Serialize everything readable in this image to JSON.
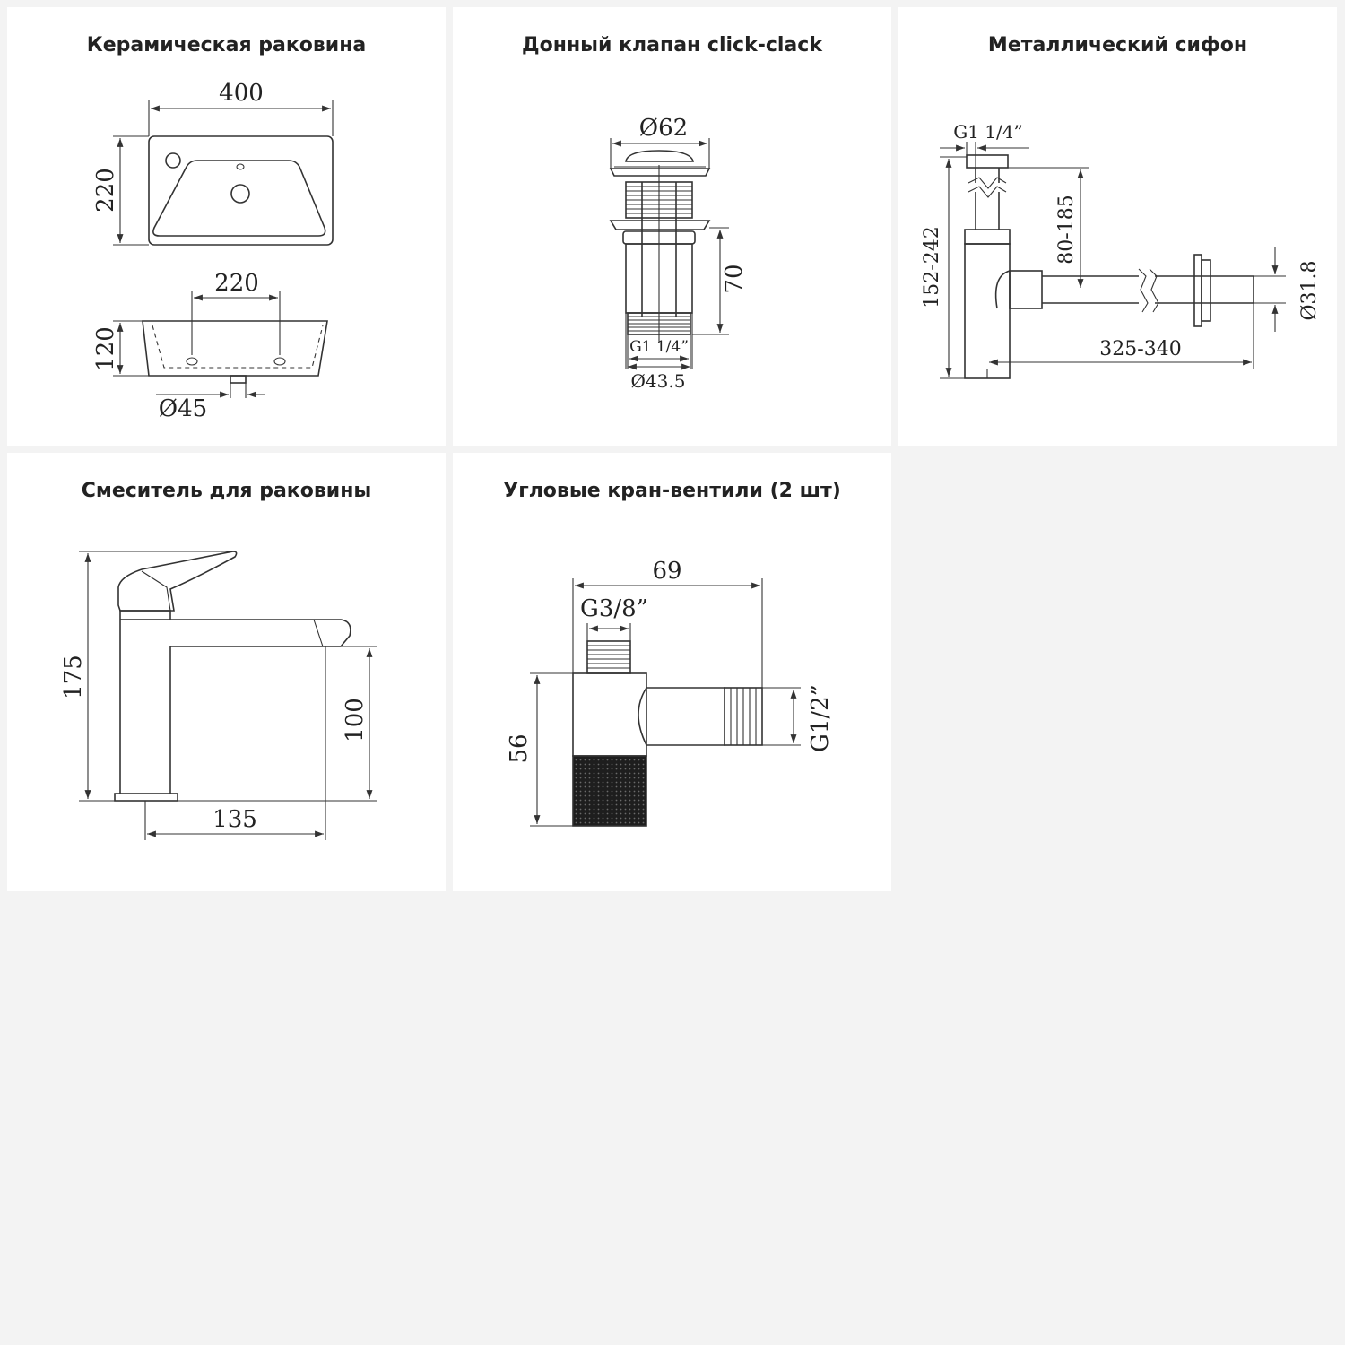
{
  "panels": {
    "sink": {
      "title": "Керамическая раковина",
      "dims": {
        "width": "400",
        "depth": "220",
        "holes": "220",
        "height": "120",
        "drain": "Ø45"
      }
    },
    "valve": {
      "title": "Донный клапан click-clack",
      "dims": {
        "diameter": "Ø62",
        "height": "70",
        "thread": "G1 1/4”",
        "outer": "Ø43.5"
      }
    },
    "siphon": {
      "title": "Металлический сифон",
      "dims": {
        "thread": "G1 1/4”",
        "height": "152-242",
        "adjust": "80-185",
        "pipe": "Ø31.8",
        "length": "325-340"
      }
    },
    "faucet": {
      "title": "Смеситель для раковины",
      "dims": {
        "height": "175",
        "spout_height": "100",
        "reach": "135"
      }
    },
    "angle_valves": {
      "title": "Угловые кран-вентили (2 шт)",
      "dims": {
        "length": "69",
        "thread_top": "G3/8”",
        "height": "56",
        "thread_side": "G1/2”"
      }
    }
  },
  "colors": {
    "background": "#f3f3f3",
    "card": "#ffffff",
    "line": "#333333",
    "text": "#222222"
  }
}
